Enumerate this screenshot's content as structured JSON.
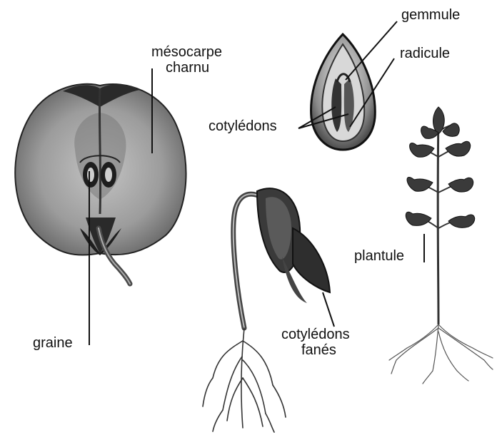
{
  "labels": {
    "mesocarpe_line1": "mésocarpe",
    "mesocarpe_line2": "charnu",
    "graine": "graine",
    "gemmule": "gemmule",
    "radicule": "radicule",
    "cotyledons": "cotylédons",
    "cotyledons_fanes_line1": "cotylédons",
    "cotyledons_fanes_line2": "fanés",
    "plantule": "plantule"
  },
  "colors": {
    "ink": "#111111",
    "fruit_flesh": "#9a9a9a",
    "fruit_shadow": "#5a5a5a",
    "dark": "#2a2a2a",
    "leaf": "#3c3c3c",
    "background": "#ffffff"
  }
}
